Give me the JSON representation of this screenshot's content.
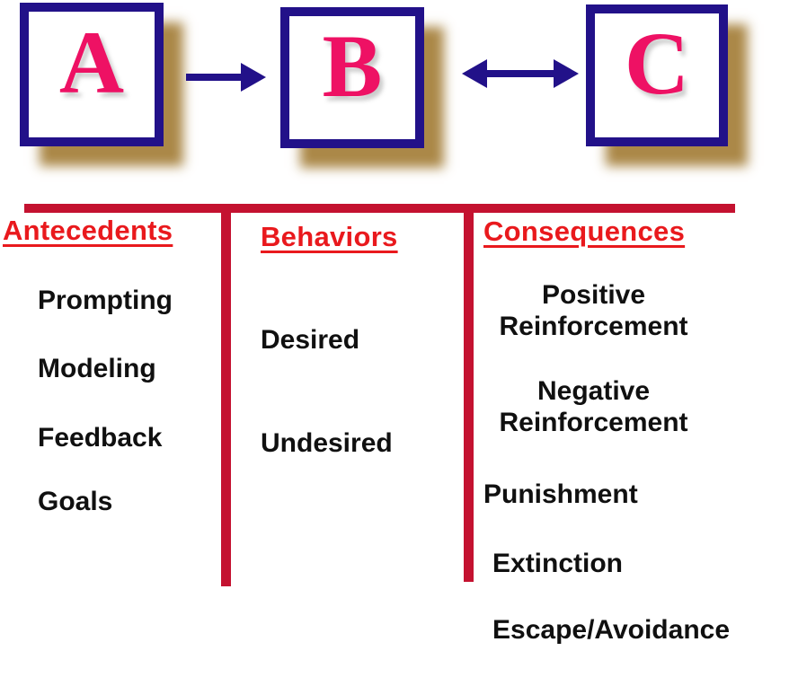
{
  "diagram": {
    "boxes": [
      {
        "letter": "A"
      },
      {
        "letter": "B"
      },
      {
        "letter": "C"
      }
    ],
    "arrows": [
      {
        "name": "a-to-b",
        "type": "single",
        "direction": "right"
      },
      {
        "name": "b-and-c",
        "type": "double",
        "direction": "both"
      }
    ],
    "columns": [
      {
        "header": "Antecedents",
        "items": [
          "Prompting",
          "Modeling",
          "Feedback",
          "Goals"
        ]
      },
      {
        "header": "Behaviors",
        "items": [
          "Desired",
          "Undesired"
        ]
      },
      {
        "header": "Consequences",
        "items": [
          "Positive Reinforcement",
          "Negative Reinforcement",
          "Punishment",
          "Extinction",
          "Escape/Avoidance"
        ]
      }
    ],
    "colors": {
      "box_border_navy": "#221189",
      "arrow_navy": "#221189",
      "letter_pink": "#EE1164",
      "shadow_tan": "#A6813C",
      "divider_crimson": "#C41230",
      "header_red": "#E9191D",
      "item_black": "#101010"
    }
  }
}
